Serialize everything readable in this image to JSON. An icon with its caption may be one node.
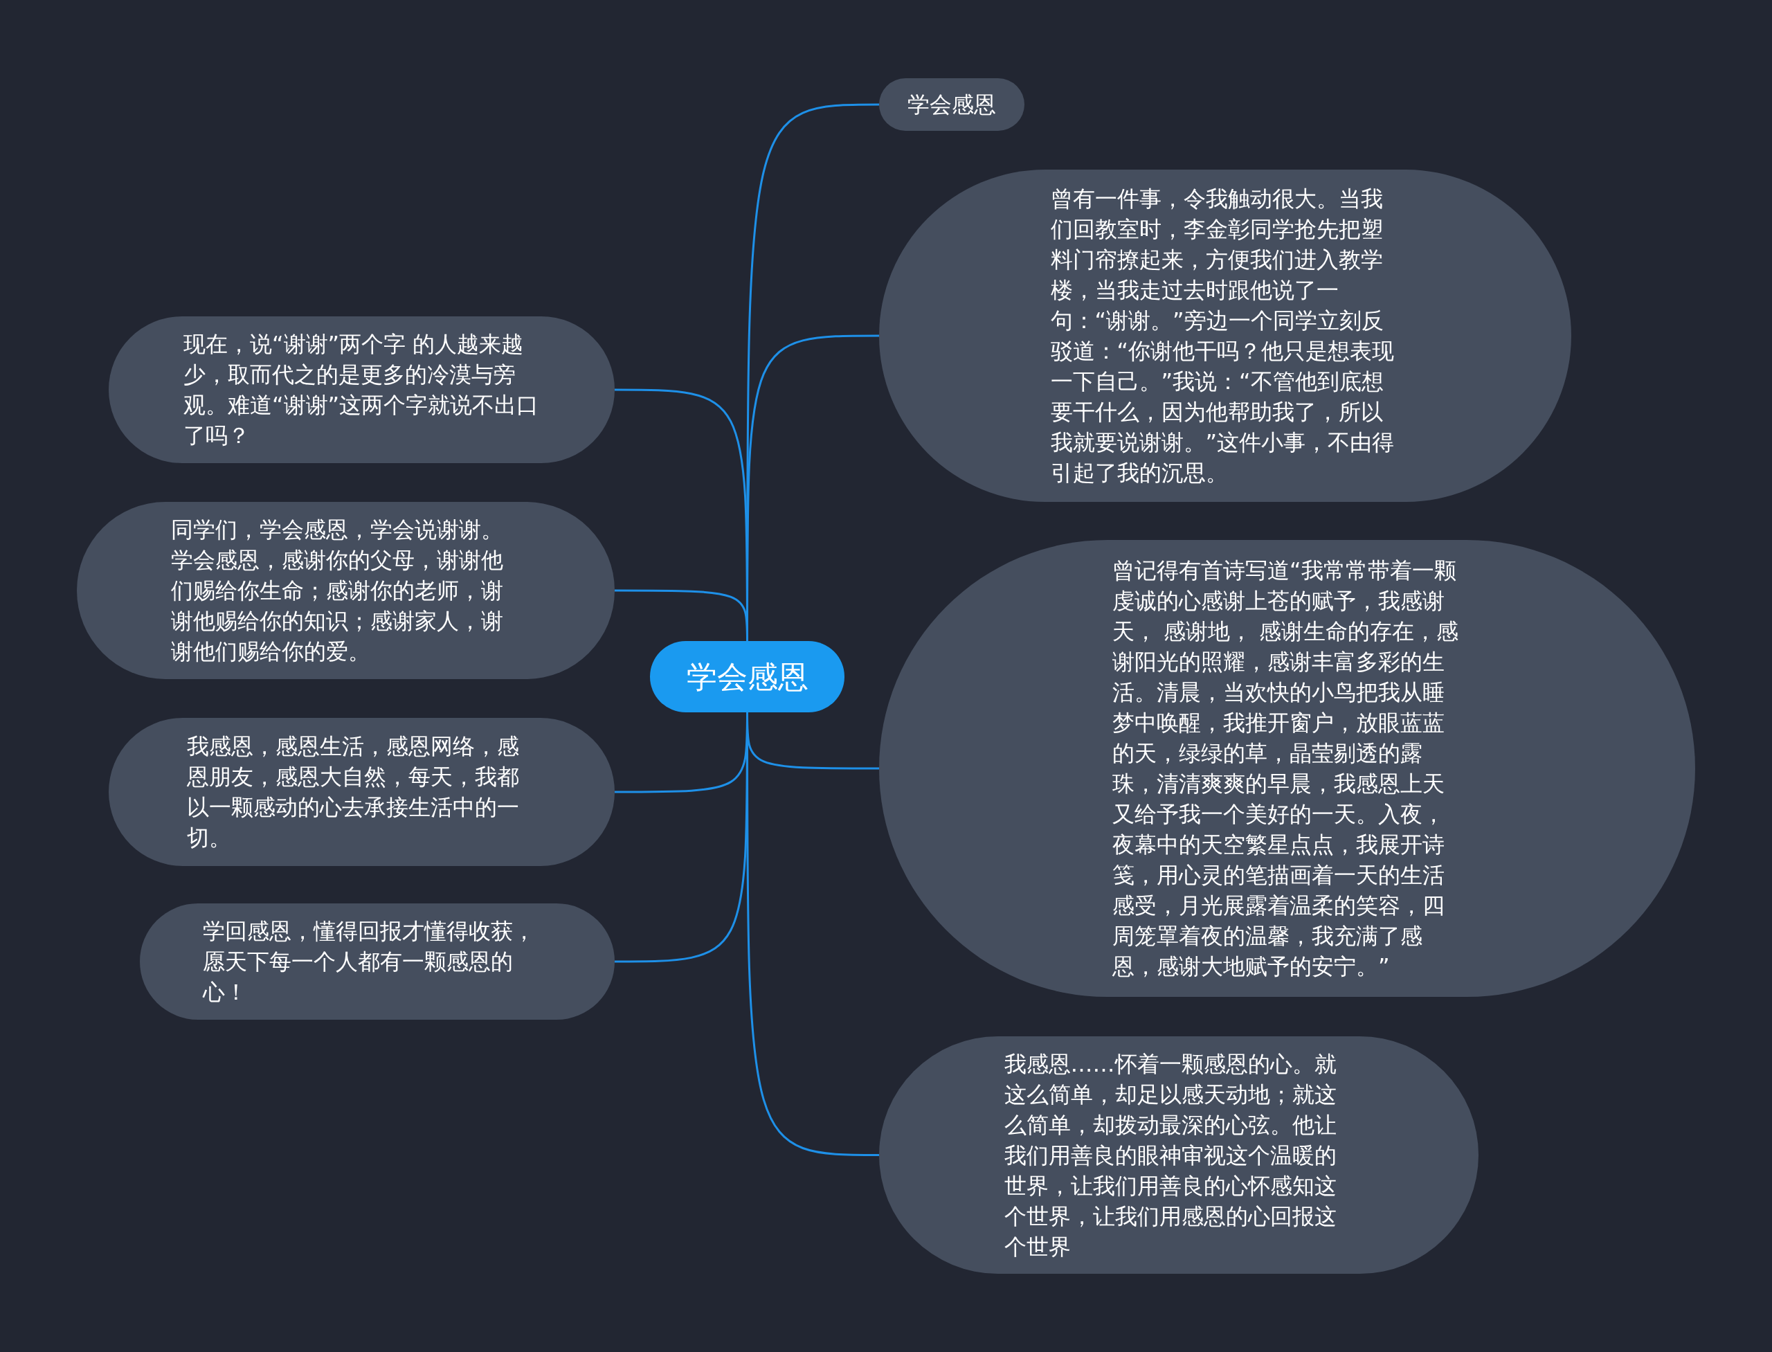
{
  "diagram": {
    "nodes": [
      {
        "text": [
          "学会感恩"
        ]
      },
      {
        "text": [
          "学会感恩"
        ]
      },
      {
        "text": [
          "曾有一件事，令我触动很大。当我们回教室时，李金彰同学抢先把塑料门帘撩起来，方便我们进入教学楼，当我走过去时跟他说了一句：“谢谢。”旁边一个同学立刻反驳道：“你谢他干吗？他只是想表现一下自己。”我说：“不管他到底想要干什么，因为他帮助我了，所以我就要说谢谢。”这件小事，不由得引起了我的沉思。"
        ]
      },
      {
        "text": [
          "曾记得有首诗写道“我常常带着一颗虔诚的心感谢上苍的赋予，我感谢天， 感谢地， 感谢生命的存在，感谢阳光的照耀，感谢丰富多彩的生活。清晨，当欢快的小鸟把我从睡梦中唤醒，我推开窗户，放眼蓝蓝的天，绿绿的草，晶莹剔透的露珠，清清爽爽的早晨，我感恩上天又给予我一个美好的一天。入夜，夜幕中的天空繁星点点，我展开诗笺，用心灵的笔描画着一天的生活感受，月光展露着温柔的笑容，四周笼罩着夜的温馨，我充满了感恩，感谢大地赋予的安宁。”"
        ]
      },
      {
        "text": [
          "我感恩……怀着一颗感恩的心。就这么简单，却足以感天动地；就这么简单，却拨动最深的心弦。他让我们用善良的眼神审视这个温暖的世界，让我们用善良的心怀感知这个世界，让我们用感恩的心回报这个世界"
        ]
      },
      {
        "text": [
          "现在，说“谢谢”两个字 的人越来越少，取而代之的是更多的冷漠与旁观。难道“谢谢”这两个字就说不出口了吗？"
        ]
      },
      {
        "text": [
          "同学们，学会感恩，学会说谢谢。学会感恩，感谢你的父母，谢谢他们赐给你生命；感谢你的老师，谢谢他赐给你的知识；感谢家人，谢谢他们赐给你的爱。"
        ]
      },
      {
        "text": [
          "我感恩，感恩生活，感恩网络，感恩朋友，感恩大自然，每天，我都以一颗感动的心去承接生活中的一切。"
        ]
      },
      {
        "text": [
          "学回感恩，懂得回报才懂得收获，愿天下每一个人都有一颗感恩的心！"
        ]
      }
    ],
    "edges": [
      {
        "from": 0,
        "to": 1,
        "arrow": "none"
      },
      {
        "from": 0,
        "to": 2,
        "arrow": "none"
      },
      {
        "from": 0,
        "to": 3,
        "arrow": "none"
      },
      {
        "from": 0,
        "to": 4,
        "arrow": "none"
      },
      {
        "from": 0,
        "to": 5,
        "arrow": "none"
      },
      {
        "from": 0,
        "to": 6,
        "arrow": "none"
      },
      {
        "from": 0,
        "to": 7,
        "arrow": "none"
      },
      {
        "from": 0,
        "to": 8,
        "arrow": "none"
      }
    ]
  }
}
